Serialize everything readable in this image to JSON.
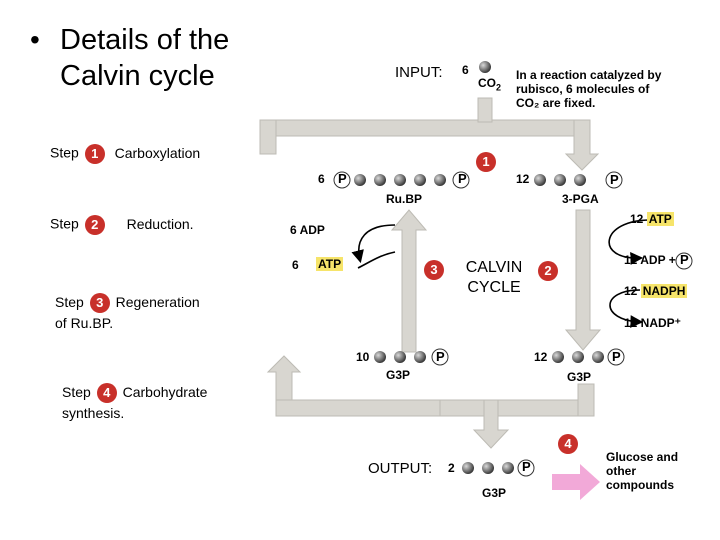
{
  "title": {
    "bullet": "•",
    "text": "Details of the Calvin cycle"
  },
  "input": {
    "label": "INPUT:",
    "count": "6",
    "molecule": "CO",
    "molecule_sub": "2",
    "note": "In a reaction catalyzed by rubisco, 6 molecules of CO₂ are fixed."
  },
  "steps": [
    {
      "word": "Step",
      "num": "1",
      "name": "Carboxylation"
    },
    {
      "word": "Step",
      "num": "2",
      "name": "Reduction."
    },
    {
      "word": "Step",
      "num": "3",
      "name": "Regeneration",
      "name2": "of Ru.BP."
    },
    {
      "word": "Step",
      "num": "4",
      "name": "Carbohydrate",
      "name2": "synthesis."
    }
  ],
  "diagram": {
    "p": "P",
    "rubp_count": "6",
    "rubp_label": "Ru.BP",
    "pga_count": "12",
    "pga_label": "3-PGA",
    "badge1": "1",
    "badge2": "2",
    "badge3": "3",
    "badge4": "4",
    "atp_12": "12",
    "atp": "ATP",
    "adp_12": "12 ADP +",
    "nadph_12": "12",
    "nadph": "NADPH",
    "nadp_12": "12 NADP⁺",
    "adp_6": "6 ADP",
    "atp_6": "6",
    "atp_6b": "ATP",
    "cycle_line1": "CALVIN",
    "cycle_line2": "CYCLE",
    "g3p_left_count": "10",
    "g3p_left_label": "G3P",
    "g3p_right_count": "12",
    "g3p_right_label": "G3P"
  },
  "output": {
    "label": "OUTPUT:",
    "count": "2",
    "molecule": "G3P",
    "result": "Glucose and other compounds"
  },
  "colors": {
    "badge": "#c8302a",
    "arrow": "#d8d6d0",
    "highlight": "#f6e46a",
    "pink_arrow": "#f2a9d8"
  }
}
